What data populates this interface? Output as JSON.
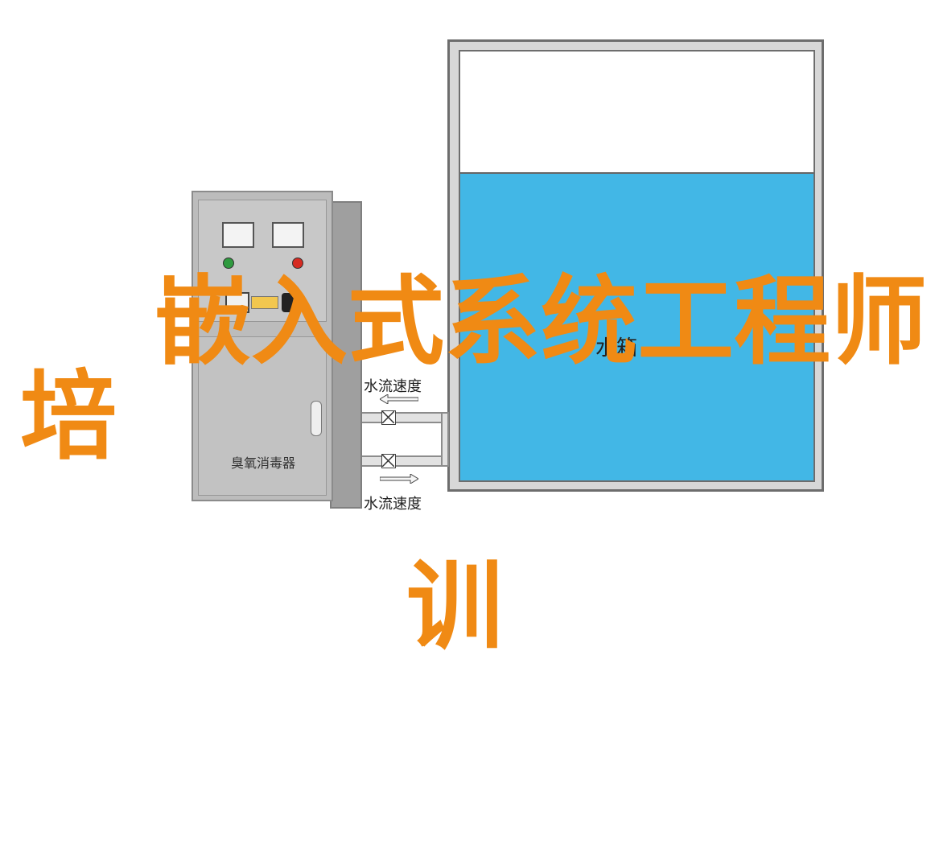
{
  "title_line1": "嵌入式系统工程师培",
  "title_line2": "训",
  "tank_label": "水箱",
  "flow_in_label": "水流速度",
  "flow_out_label": "水流速度",
  "cabinet_label": "臭氧消毒器",
  "colors": {
    "water": "#42b7e6",
    "title": "#f08a14"
  }
}
